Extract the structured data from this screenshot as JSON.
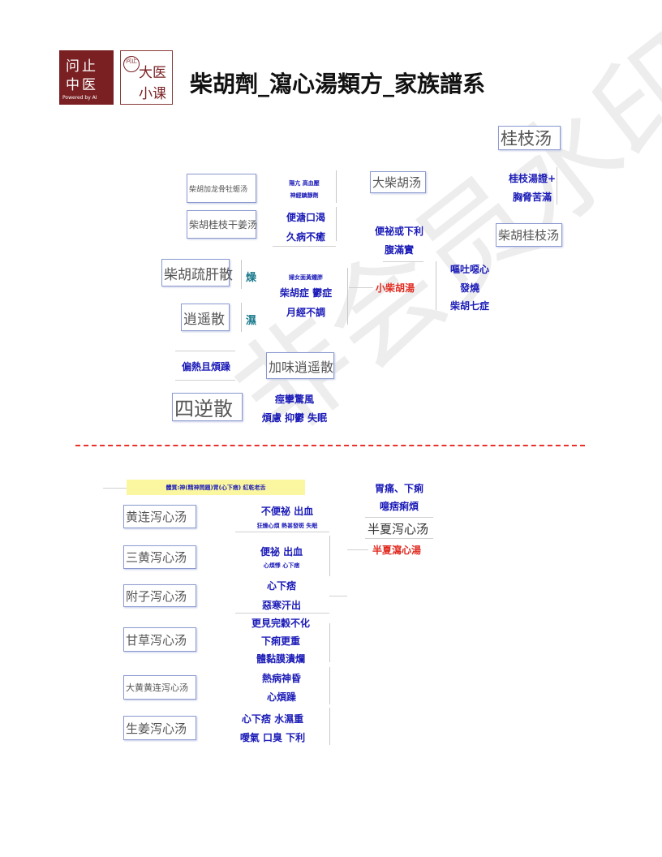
{
  "header": {
    "logo1_line1": "问止",
    "logo1_line2": "中医",
    "logo1_tagline": "Powered by AI",
    "logo2_seal": "问止",
    "logo2_line1": "大医",
    "logo2_line2": "小课",
    "title": "柴胡劑_瀉心湯類方_家族譜系"
  },
  "watermark": "非会员水印",
  "chaihu": {
    "guizhi_tang": "桂枝汤",
    "guizhi_sign_1": "桂枝湯證+",
    "guizhi_sign_2": "胸脅苦滿",
    "chaihu_guizhi_tang": "柴胡桂枝汤",
    "da_chaihu_tang": "大柴胡汤",
    "da_chaihu_sign_1": "便祕或下利",
    "da_chaihu_sign_2": "腹滿實",
    "xiao_chaihu_tang": "小柴胡湯",
    "xiao_chaihu_sign_1": "嘔吐噁心",
    "xiao_chaihu_sign_2": "發燒",
    "xiao_chaihu_sign_3": "柴胡七症",
    "longgu_muli": "柴胡加龙骨牡蛎汤",
    "longgu_sign_1": "陽亢 高血壓",
    "longgu_sign_2": "神經鎮靜劑",
    "guizhi_ganjiang": "柴胡桂枝干姜汤",
    "ganjiang_sign_1": "便溏口渴",
    "ganjiang_sign_2": "久病不癒",
    "shugan_san": "柴胡疏肝散",
    "dry": "燥",
    "xiaoyao_san": "逍遥散",
    "wet": "濕",
    "women_sign_1": "婦女面黃鍾胖",
    "women_sign_2": "柴胡症 鬱症",
    "women_sign_3": "月經不調",
    "hot_irritable": "偏熱且煩躁",
    "jiawei_xiaoyao": "加味逍遥散",
    "sini_san": "四逆散",
    "sini_sign_1": "痙攣驚風",
    "sini_sign_2": "煩慮 抑鬱 失眠"
  },
  "xiexin": {
    "constitution": "體質:神(精神問題)胃(心下痞) 紅乾老舌",
    "banxia_sign_1": "胃痛、下痢",
    "banxia_sign_2": "噫痞痢煩",
    "banxia_xiexin_tang": "半夏泻心汤",
    "banxia_red": "半夏瀉心湯",
    "huanglian": "黄连泻心汤",
    "huanglian_sign_1": "不便祕 出血",
    "huanglian_sign_2": "狂燥心煩 熱甚發斑 失眠",
    "sanhuang": "三黄泻心汤",
    "sanhuang_sign_1": "便祕 出血",
    "sanhuang_sign_2": "心煩悸 心下痞",
    "fuzi": "附子泻心汤",
    "fuzi_sign_1": "心下痞",
    "fuzi_sign_2": "惡寒汗出",
    "gancao": "甘草泻心汤",
    "gancao_sign_1": "更見完穀不化",
    "gancao_sign_2": "下痢更重",
    "gancao_sign_3": "體黏膜潰爛",
    "dahuang_huanglian": "大黄黄连泻心汤",
    "dahuang_sign_1": "熱病神昏",
    "dahuang_sign_2": "心煩躁",
    "shengjiang": "生姜泻心汤",
    "shengjiang_sign_1": "心下痞 水濕重",
    "shengjiang_sign_2": "噯氣 口臭 下利"
  }
}
